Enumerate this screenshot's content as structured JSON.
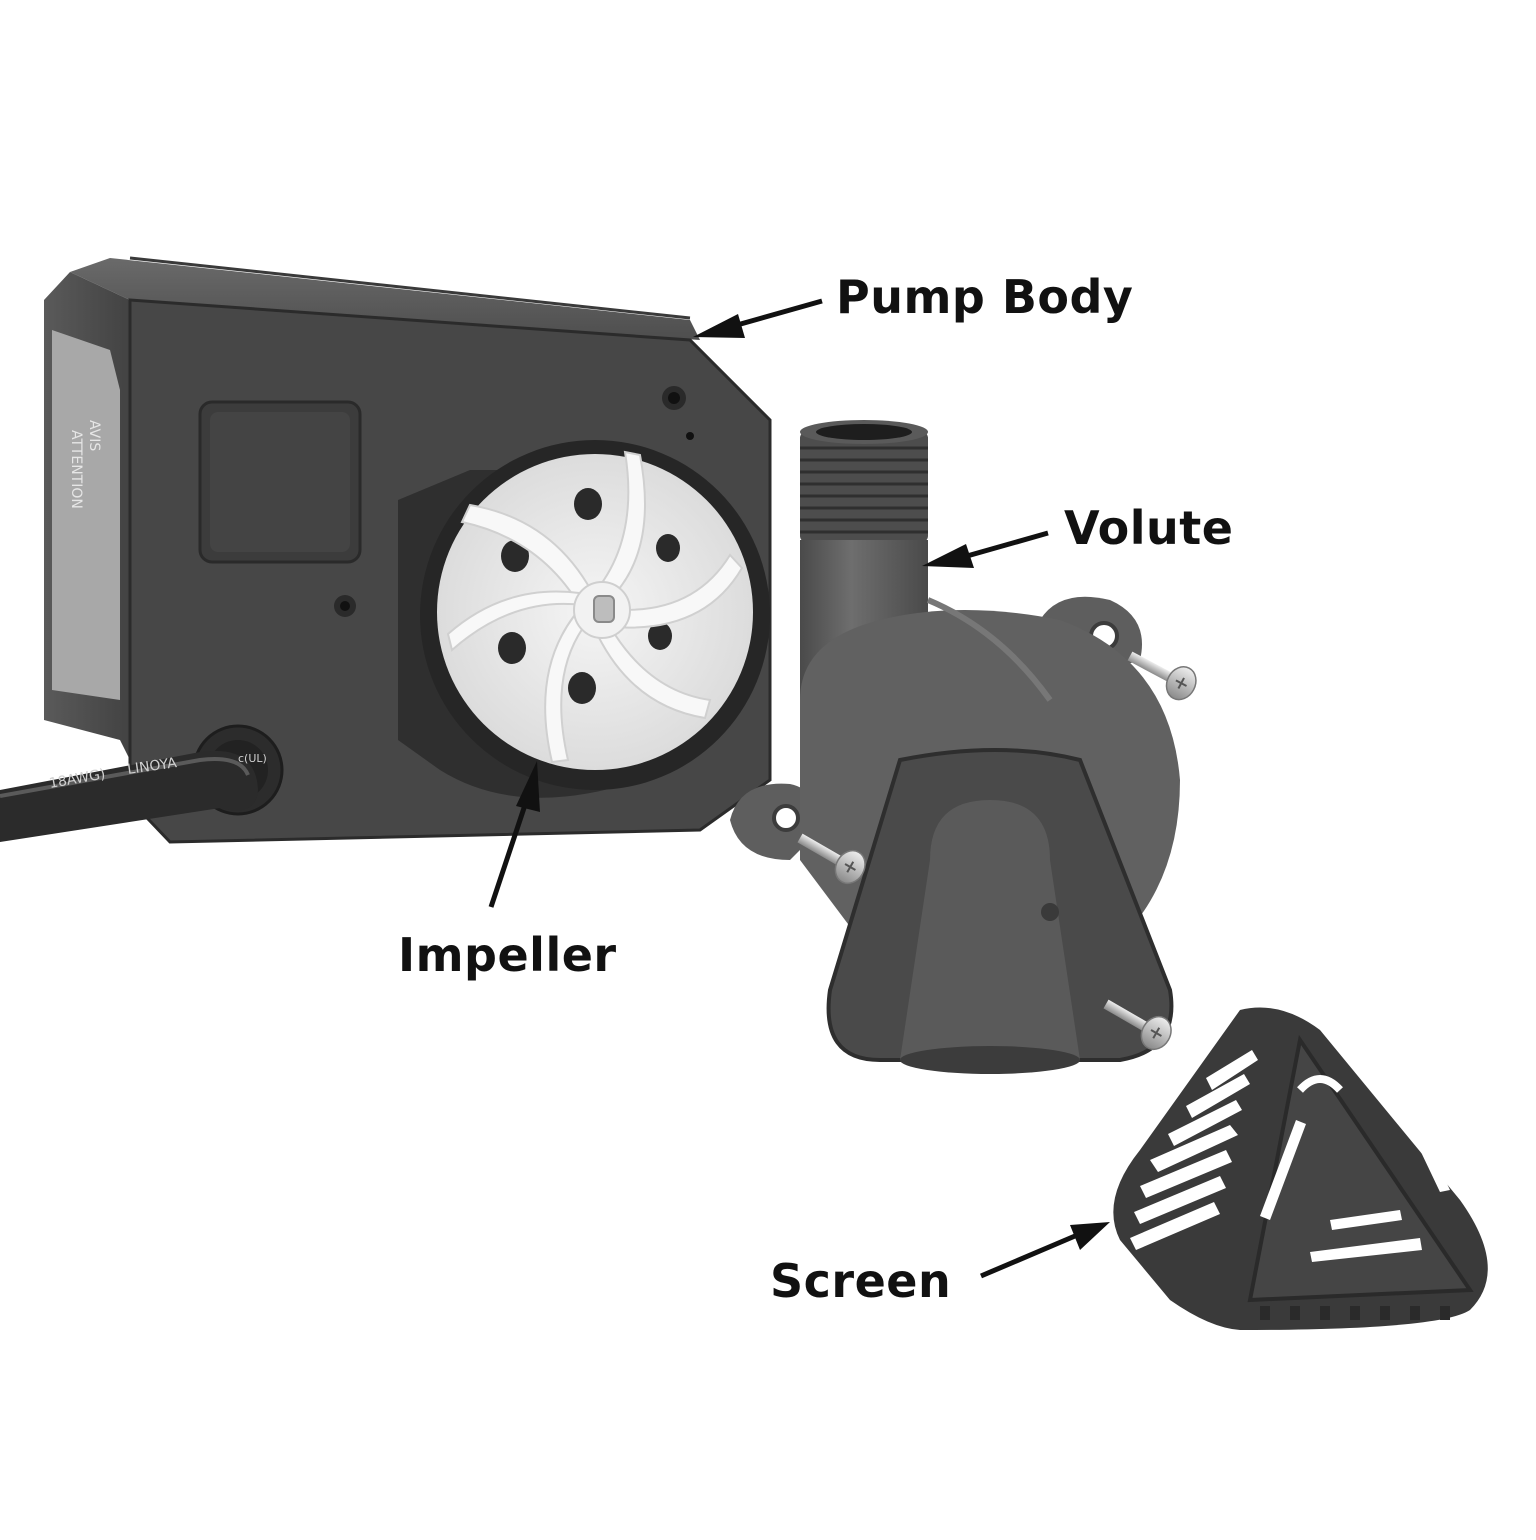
{
  "figure": {
    "type": "exploded-parts-diagram",
    "subject": "Submersible pump",
    "background": "#ffffff",
    "colors": {
      "housing": "#4a4a4a",
      "housing_dark": "#2e2e2e",
      "volute": "#575757",
      "impeller": "#ebebeb",
      "screen": "#3c3c3c",
      "screw": "#c8c8c8",
      "label_text": "#111111",
      "arrow": "#111111"
    }
  },
  "labels": {
    "pump_body": "Pump Body",
    "volute": "Volute",
    "impeller": "Impeller",
    "screen": "Screen"
  },
  "cable": {
    "print_1": "18AWG)",
    "print_2": "LINOYA",
    "print_3": "c(UL)"
  },
  "side_sticker": {
    "line_1": "AVIS",
    "line_2": "ATTENTION"
  }
}
